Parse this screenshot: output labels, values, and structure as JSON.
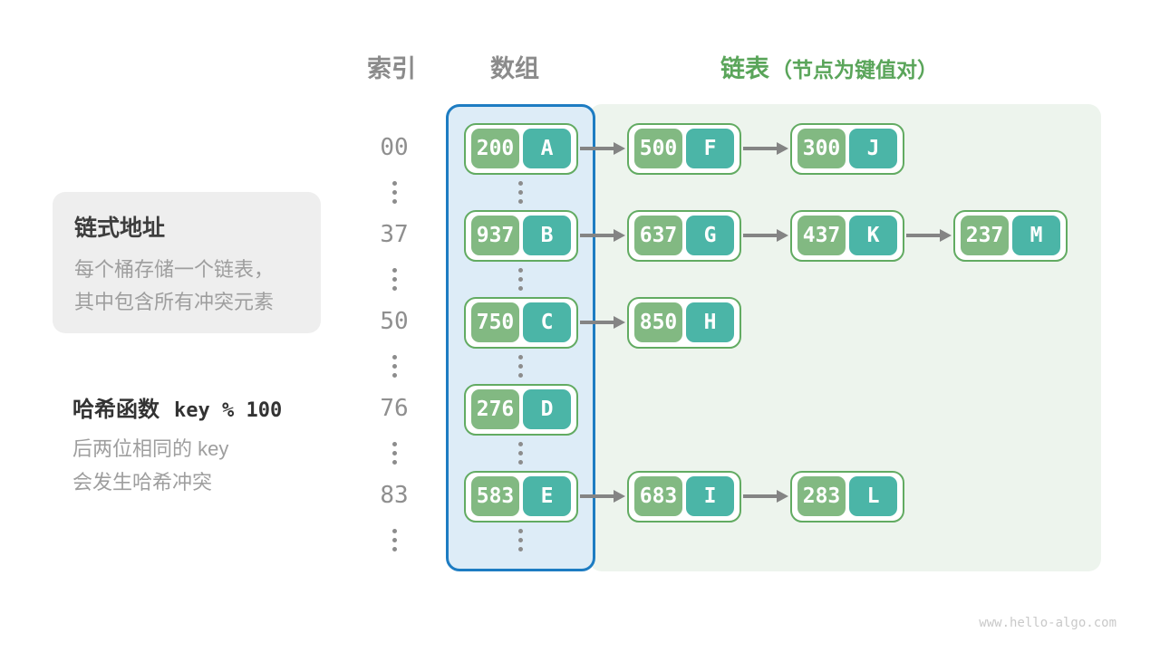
{
  "headers": {
    "index": "索引",
    "array": "数组",
    "list": "链表",
    "list_note": "（节点为键值对）"
  },
  "callout": {
    "title": "链式地址",
    "lines": [
      "每个桶存储一个链表，",
      "其中包含所有冲突元素"
    ]
  },
  "hash_note": {
    "label": "哈希函数",
    "code": "key % 100",
    "lines": [
      "后两位相同的 key",
      "会发生哈希冲突"
    ]
  },
  "rows": [
    {
      "index": "00",
      "bucket": {
        "key": "200",
        "value": "A"
      },
      "chain": [
        {
          "key": "500",
          "value": "F"
        },
        {
          "key": "300",
          "value": "J"
        }
      ]
    },
    {
      "index": "37",
      "bucket": {
        "key": "937",
        "value": "B"
      },
      "chain": [
        {
          "key": "637",
          "value": "G"
        },
        {
          "key": "437",
          "value": "K"
        },
        {
          "key": "237",
          "value": "M"
        }
      ]
    },
    {
      "index": "50",
      "bucket": {
        "key": "750",
        "value": "C"
      },
      "chain": [
        {
          "key": "850",
          "value": "H"
        }
      ]
    },
    {
      "index": "76",
      "bucket": {
        "key": "276",
        "value": "D"
      },
      "chain": []
    },
    {
      "index": "83",
      "bucket": {
        "key": "583",
        "value": "E"
      },
      "chain": [
        {
          "key": "683",
          "value": "I"
        },
        {
          "key": "283",
          "value": "L"
        }
      ]
    }
  ],
  "watermark": "www.hello-algo.com",
  "colors": {
    "header_gray": "#8b8b8b",
    "header_green": "#5aa55a",
    "array_border": "#1d7cc2",
    "array_fill": "#ddecf7",
    "chain_fill": "#edf4ed",
    "node_border": "#62ab62",
    "key_fill": "#82b982",
    "value_fill": "#4bb5a7",
    "arrow": "#848484"
  }
}
